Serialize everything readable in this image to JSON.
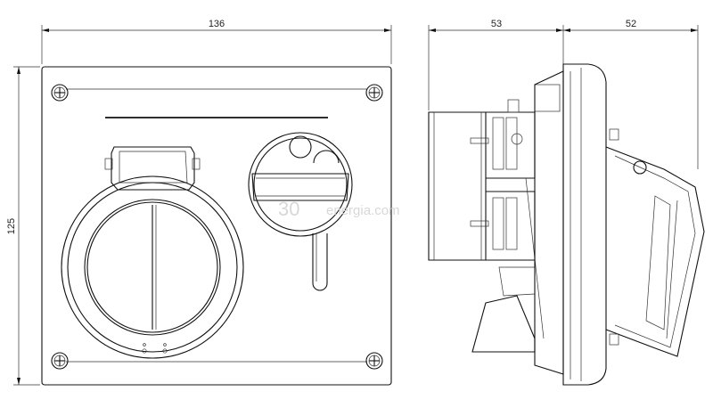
{
  "dimensions": {
    "width_front": "136",
    "height_front": "125",
    "depth_rear": "53",
    "depth_front": "52"
  },
  "watermark": {
    "number": "30",
    "text": "energia.com"
  },
  "colors": {
    "line": "#111111",
    "watermark": "#d8d8d8",
    "background": "#ffffff"
  }
}
